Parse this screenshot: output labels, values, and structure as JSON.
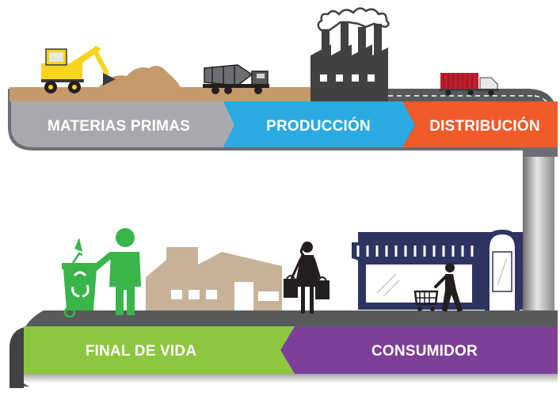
{
  "stages": {
    "raw_materials": {
      "label": "MATERIAS PRIMAS",
      "color": "#a7a9ac"
    },
    "production": {
      "label": "PRODUCCIÓN",
      "color": "#29abe2"
    },
    "distribution": {
      "label": "DISTRIBUCIÓN",
      "color": "#f15a29"
    },
    "consumer": {
      "label": "CONSUMIDOR",
      "color": "#7e3f98"
    },
    "end_of_life": {
      "label": "FINAL DE VIDA",
      "color": "#8dc63f"
    }
  },
  "colors": {
    "ground": "#c49a6c",
    "road": "#58595b",
    "road_dark": "#414042",
    "factory": "#414042",
    "store": "#2e3462",
    "house": "#c7b299",
    "recycle": "#39b54a",
    "excavator": "#f7d51d"
  },
  "icons": [
    "excavator-icon",
    "soil-pile-icon",
    "cement-mixer-icon",
    "factory-icon",
    "truck-icon",
    "store-icon",
    "shopper-cart-icon",
    "woman-bags-icon",
    "house-icon",
    "person-icon",
    "recycle-bin-icon"
  ]
}
